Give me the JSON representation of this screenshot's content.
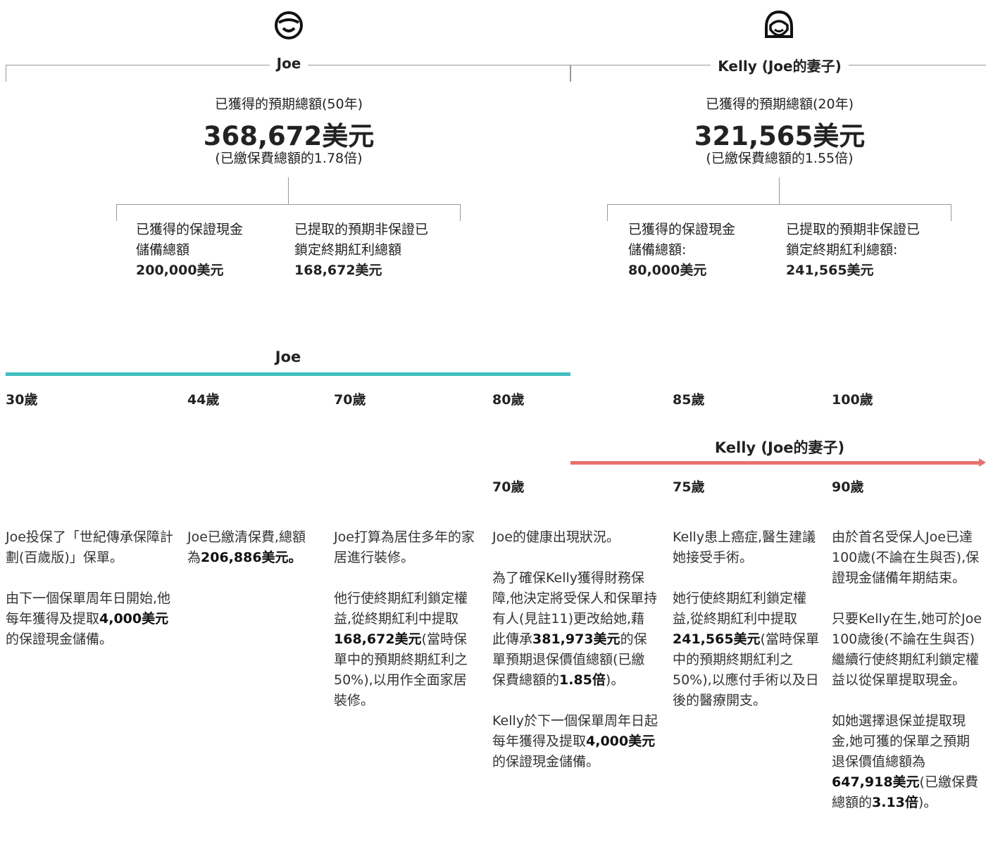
{
  "colors": {
    "joe_bar": "#3fbfbf",
    "kelly_bar": "#e87070",
    "line": "#999999"
  },
  "joe": {
    "icon": "boy-face-icon",
    "name": "Joe",
    "sub": "已獲得的預期總額(50年)",
    "total": "368,672美元",
    "mult": "(已繳保費總額的1.78倍)",
    "left": {
      "l1": "已獲得的保證現金",
      "l2": "儲備總額",
      "v": "200,000美元"
    },
    "right": {
      "l1": "已提取的預期非保證已",
      "l2": "鎖定終期紅利總額",
      "v": "168,672美元"
    }
  },
  "kelly": {
    "icon": "girl-face-icon",
    "name": "Kelly (Joe的妻子)",
    "sub": "已獲得的預期總額(20年)",
    "total": "321,565美元",
    "mult": "(已繳保費總額的1.55倍)",
    "left": {
      "l1": "已獲得的保證現金",
      "l2": "儲備總額:",
      "v": "80,000美元"
    },
    "right": {
      "l1": "已提取的預期非保證已",
      "l2": "鎖定終期紅利總額:",
      "v": "241,565美元"
    }
  },
  "timeline": {
    "joe_name": "Joe",
    "kelly_name": "Kelly (Joe的妻子)",
    "joe_ages": [
      "30歲",
      "44歲",
      "70歲",
      "80歲",
      "85歲",
      "100歲"
    ],
    "kelly_ages": [
      "70歲",
      "75歲",
      "90歲"
    ]
  },
  "columns": {
    "c1": {
      "p1": "Joe投保了「世紀傳承保障計劃(百歲版)」保單。",
      "p2a": "由下一個保單周年日開始,他每年獲得及提取",
      "p2b": "4,000美元",
      "p2c": "的保證現金儲備。"
    },
    "c2": {
      "a": "Joe已繳清保費,總額為",
      "b": "206,886美元。"
    },
    "c3": {
      "p1": "Joe打算為居住多年的家居進行裝修。",
      "p2a": "他行使終期紅利鎖定權益,從終期紅利中提取",
      "p2b": "168,672美元",
      "p2c": "(當時保單中的預期終期紅利之50%),以用作全面家居裝修。"
    },
    "c4": {
      "p1": "Joe的健康出現狀況。",
      "p2a": "為了確保Kelly獲得財務保障,他決定將受保人和保單持有人(見註11)更改給她,藉此傳承",
      "p2b": "381,973美元",
      "p2c": "的保單預期退保價值總額(已繳保費總額的",
      "p2d": "1.85倍",
      "p2e": ")。",
      "p3a": "Kelly於下一個保單周年日起每年獲得及提取",
      "p3b": "4,000美元",
      "p3c": "的保證現金儲備。"
    },
    "c5": {
      "p1": "Kelly患上癌症,醫生建議她接受手術。",
      "p2a": "她行使終期紅利鎖定權益,從終期紅利中提取",
      "p2b": "241,565美元",
      "p2c": "(當時保單中的預期終期紅利之50%),以應付手術以及日後的醫療開支。"
    },
    "c6": {
      "p1": "由於首名受保人Joe已達100歲(不論在生與否),保證現金儲備年期結束。",
      "p2": "只要Kelly在生,她可於Joe 100歲後(不論在生與否)繼續行使終期紅利鎖定權益以從保單提取現金。",
      "p3a": "如她選擇退保並提取現金,她可獲的保單之預期退保價值總額為",
      "p3b": "647,918美元",
      "p3c": "(已繳保費總額的",
      "p3d": "3.13倍",
      "p3e": ")。"
    }
  }
}
